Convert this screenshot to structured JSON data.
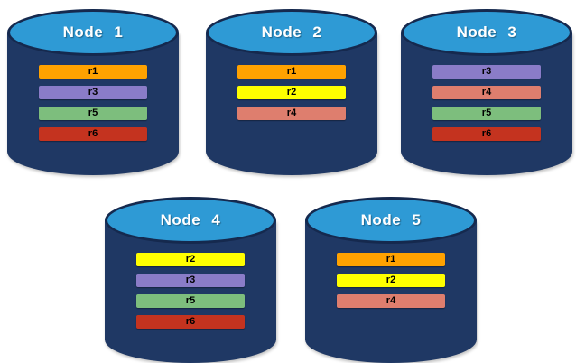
{
  "colors": {
    "cylinder_body": "#1f3864",
    "cylinder_top": "#2e9ad5",
    "node_label_text": "#ffffff",
    "bar_text": "#000000",
    "r1": "#ffa200",
    "r2": "#ffff00",
    "r3": "#8a7cc8",
    "r4": "#de7e6e",
    "r5": "#7dbe7d",
    "r6": "#c4331f"
  },
  "nodes": [
    {
      "label": "Node 1",
      "replicas": [
        {
          "id": "r1",
          "color": "#ffa200"
        },
        {
          "id": "r3",
          "color": "#8a7cc8"
        },
        {
          "id": "r5",
          "color": "#7dbe7d"
        },
        {
          "id": "r6",
          "color": "#c4331f"
        }
      ]
    },
    {
      "label": "Node 2",
      "replicas": [
        {
          "id": "r1",
          "color": "#ffa200"
        },
        {
          "id": "r2",
          "color": "#ffff00"
        },
        {
          "id": "r4",
          "color": "#de7e6e"
        }
      ]
    },
    {
      "label": "Node 3",
      "replicas": [
        {
          "id": "r3",
          "color": "#8a7cc8"
        },
        {
          "id": "r4",
          "color": "#de7e6e"
        },
        {
          "id": "r5",
          "color": "#7dbe7d"
        },
        {
          "id": "r6",
          "color": "#c4331f"
        }
      ]
    },
    {
      "label": "Node 4",
      "replicas": [
        {
          "id": "r2",
          "color": "#ffff00"
        },
        {
          "id": "r3",
          "color": "#8a7cc8"
        },
        {
          "id": "r5",
          "color": "#7dbe7d"
        },
        {
          "id": "r6",
          "color": "#c4331f"
        }
      ]
    },
    {
      "label": "Node 5",
      "replicas": [
        {
          "id": "r1",
          "color": "#ffa200"
        },
        {
          "id": "r2",
          "color": "#ffff00"
        },
        {
          "id": "r4",
          "color": "#de7e6e"
        }
      ]
    }
  ]
}
